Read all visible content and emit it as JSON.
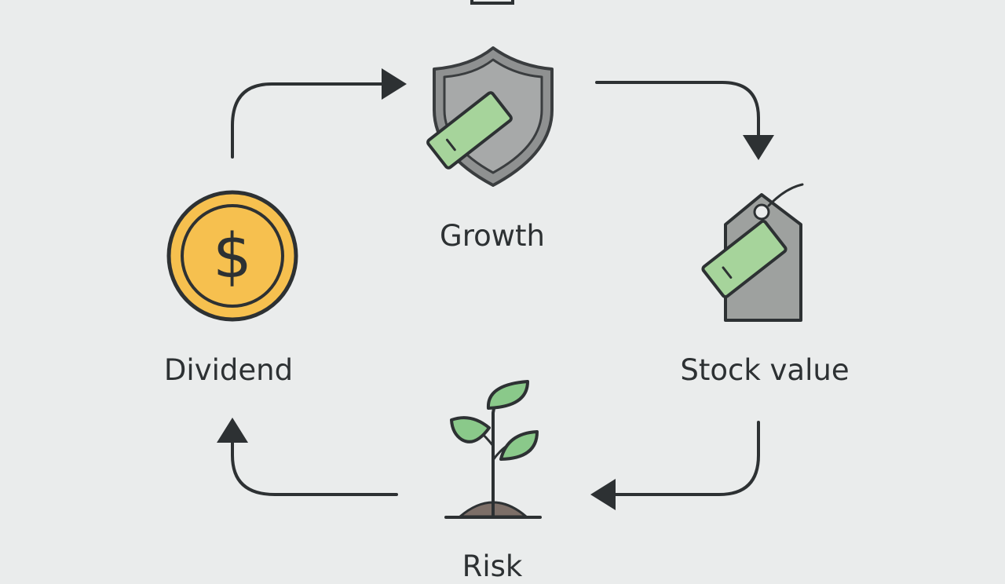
{
  "diagram": {
    "nodes": [
      {
        "id": "growth",
        "label": "Growth",
        "icon": "shield-money-icon"
      },
      {
        "id": "stock_value",
        "label": "Stock value",
        "icon": "price-tag-money-icon"
      },
      {
        "id": "bottom",
        "label": "Risk",
        "icon": "sprout-icon"
      },
      {
        "id": "dividend",
        "label": "Dividend",
        "icon": "dollar-coin-icon"
      }
    ],
    "edges": [
      {
        "from": "dividend",
        "to": "growth"
      },
      {
        "from": "growth",
        "to": "stock_value"
      },
      {
        "from": "stock_value",
        "to": "bottom"
      },
      {
        "from": "bottom",
        "to": "dividend"
      }
    ]
  },
  "colors": {
    "background": "#eaecec",
    "stroke": "#2d3133",
    "coin": "#f6c04f",
    "leaf": "#8ac98a",
    "banknote": "#a6d49b",
    "shield": "#8f9191",
    "tag": "#9ea19f",
    "soil": "#7d6f68"
  }
}
